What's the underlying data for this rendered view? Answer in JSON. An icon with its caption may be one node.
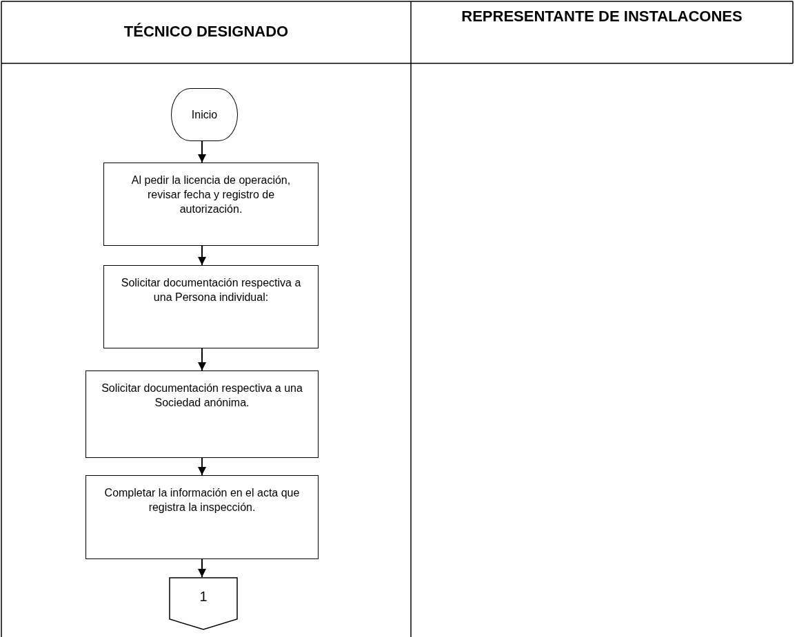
{
  "diagram": {
    "nodes": [
      {
        "text": [
          "Inicio"
        ]
      },
      {
        "text": [
          "Al pedir la licencia de operación, revisar fecha y registro de autorización."
        ]
      },
      {
        "text": [
          "Solicitar documentación respectiva a una Persona individual:"
        ]
      },
      {
        "text": [
          "Solicitar documentación respectiva a una Sociedad anónima."
        ]
      },
      {
        "text": [
          "Completar la información en el acta que registra la inspección."
        ]
      },
      {
        "text": [
          "1"
        ]
      }
    ],
    "edges": [
      {
        "from": 0,
        "to": 1,
        "arrow": "to"
      },
      {
        "from": 1,
        "to": 2,
        "arrow": "to"
      },
      {
        "from": 2,
        "to": 3,
        "arrow": "to"
      },
      {
        "from": 3,
        "to": 4,
        "arrow": "to"
      },
      {
        "from": 4,
        "to": 5,
        "arrow": "to"
      }
    ],
    "labels": [
      "TÉCNICO DESIGNADO",
      "REPRESENTANTE DE INSTALACONES"
    ]
  }
}
